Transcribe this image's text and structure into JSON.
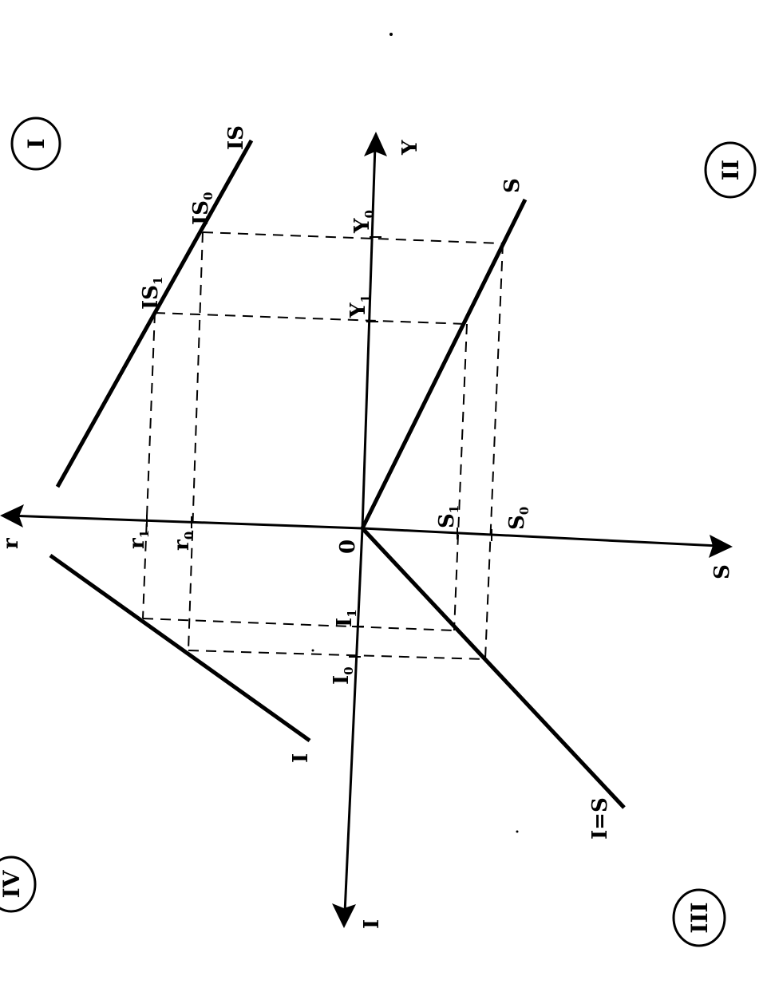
{
  "axes": {
    "r": "r",
    "Y": "Y",
    "S": "S",
    "I": "I",
    "origin": "0"
  },
  "curves": {
    "is_curve": "IS",
    "saving_curve": "S",
    "identity_line": "I=S",
    "investment_curve": "I"
  },
  "points": {
    "is0": {
      "main": "IS",
      "sub": "0"
    },
    "is1": {
      "main": "IS",
      "sub": "1"
    },
    "y0": {
      "main": "Y",
      "sub": "0"
    },
    "y1": {
      "main": "Y",
      "sub": "1"
    },
    "r0": {
      "main": "r",
      "sub": "0"
    },
    "r1": {
      "main": "r",
      "sub": "1"
    },
    "s0": {
      "main": "S",
      "sub": "0"
    },
    "s1": {
      "main": "S",
      "sub": "1"
    },
    "i0": {
      "main": "I",
      "sub": "0"
    },
    "i1": {
      "main": "I",
      "sub": "1"
    }
  },
  "quadrants": {
    "q1": "I",
    "q2": "II",
    "q3": "III",
    "q4": "IV"
  }
}
